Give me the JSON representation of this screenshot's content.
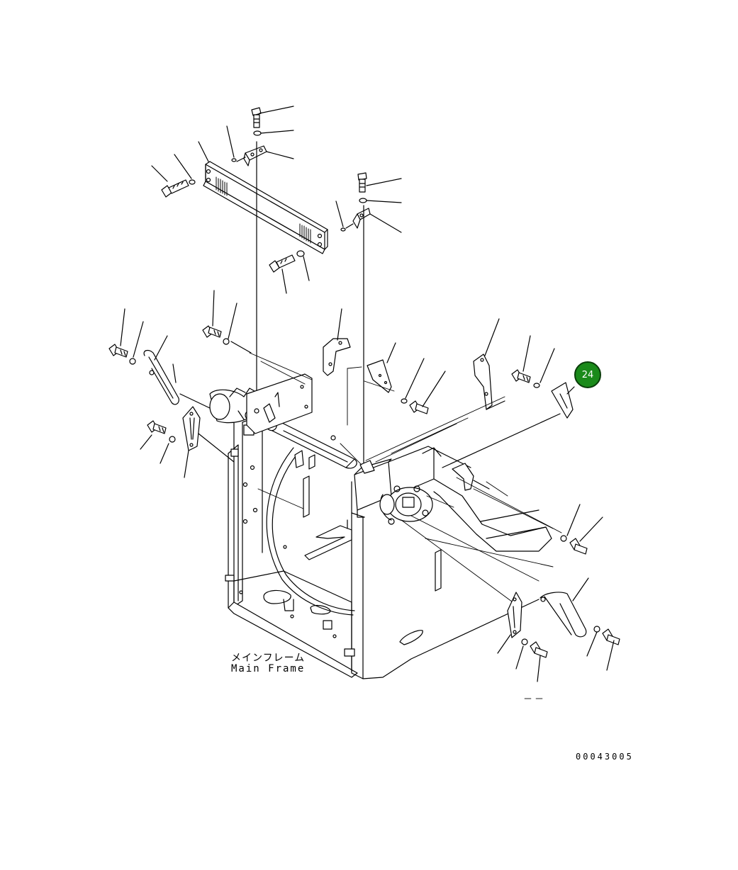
{
  "caption": {
    "japanese": "メインフレーム",
    "english": "Main Frame"
  },
  "callout": {
    "number": "24",
    "color": "#1a8a1a"
  },
  "dash_mark": "－－",
  "drawing_number": "00043005",
  "colors": {
    "line": "#000000",
    "background": "#ffffff"
  }
}
